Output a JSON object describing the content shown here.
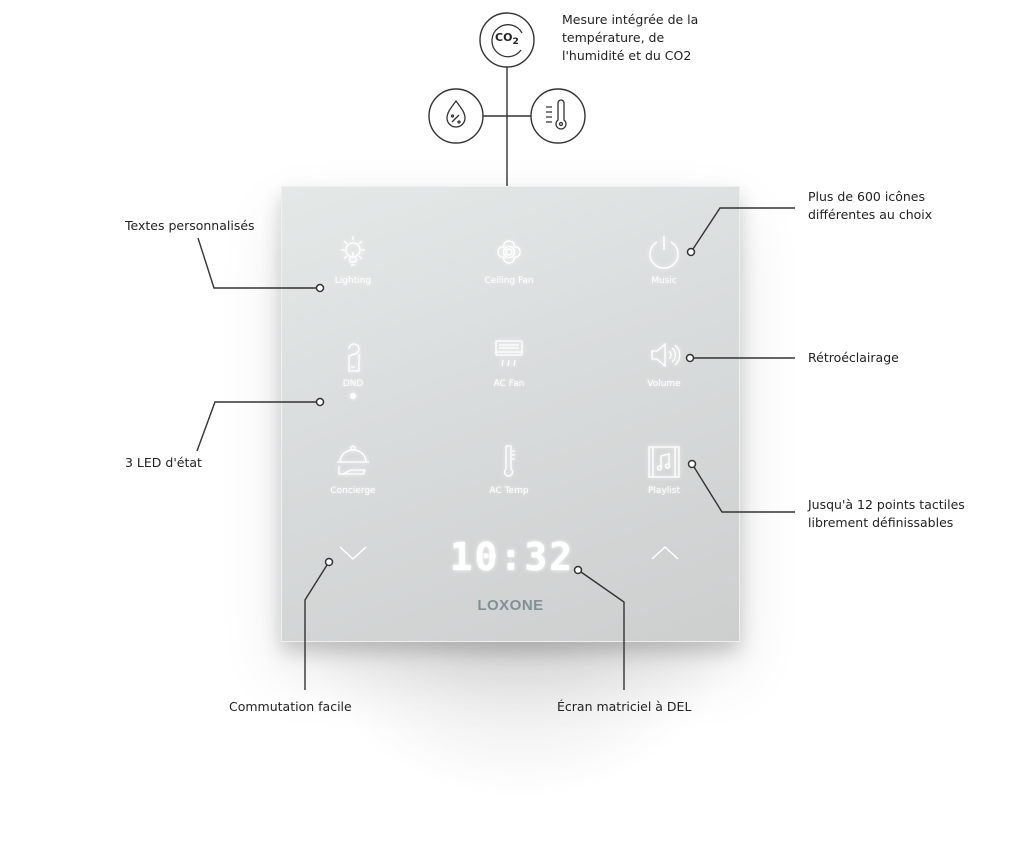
{
  "sensors": {
    "description": "Mesure intégrée de la\ntempérature, de\nl'humidité et du CO2",
    "icons": [
      "co2-icon",
      "humidity-drop-icon",
      "thermometer-icon"
    ],
    "co2_label": "CO",
    "co2_sub": "2"
  },
  "callouts": {
    "custom_texts": "Textes personnalisés",
    "status_leds": "3 LED d'état",
    "icons_600": "Plus de 600 icônes\ndifférentes au choix",
    "backlight": "Rétroéclairage",
    "touch_points": "Jusqu'à 12 points tactiles\nlibrement définissables",
    "easy_switching": "Commutation facile",
    "led_matrix": "Écran matriciel à DEL"
  },
  "panel": {
    "buttons": [
      {
        "label": "Lighting",
        "icon": "bulb-icon"
      },
      {
        "label": "Ceiling Fan",
        "icon": "fan-icon"
      },
      {
        "label": "Music",
        "icon": "power-icon"
      },
      {
        "label": "DND",
        "icon": "door-hanger-icon"
      },
      {
        "label": "AC Fan",
        "icon": "air-conditioner-icon"
      },
      {
        "label": "Volume",
        "icon": "speaker-icon"
      },
      {
        "label": "Concierge",
        "icon": "cloche-icon"
      },
      {
        "label": "AC Temp",
        "icon": "thermometer-icon"
      },
      {
        "label": "Playlist",
        "icon": "music-album-icon"
      }
    ],
    "clock": "10:32",
    "brand": "LOXONE",
    "brand_color": "#7d9296"
  }
}
